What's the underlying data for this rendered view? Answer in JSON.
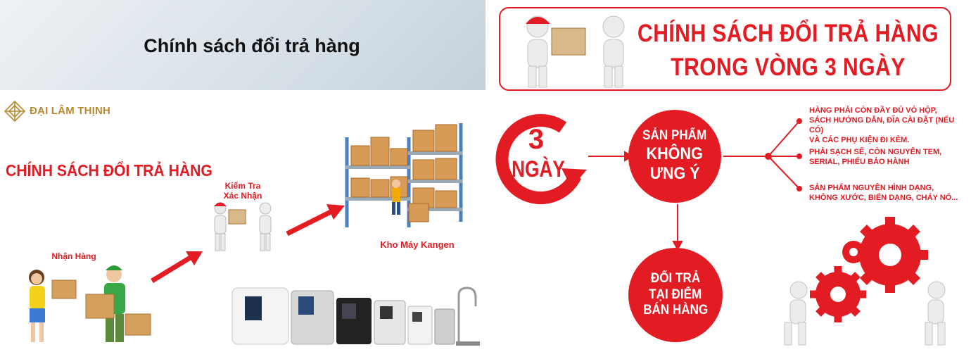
{
  "header": {
    "title": "Chính sách đổi trả hàng"
  },
  "left_panel": {
    "logo_text": "ĐẠI LÂM THỊNH",
    "title": "CHÍNH SÁCH ĐỔI TRẢ HÀNG",
    "step_receive": "Nhận Hàng",
    "step_check_line1": "Kiểm Tra",
    "step_check_line2": "Xác Nhận",
    "step_warehouse": "Kho Máy Kangen"
  },
  "right_panel": {
    "banner_line1": "CHÍNH SÁCH ĐỔI TRẢ HÀNG",
    "banner_line2": "TRONG VÒNG 3 NGÀY",
    "days_number": "3",
    "days_word": "NGÀY",
    "product_line1": "SẢN PHẨM",
    "product_line2": "KHÔNG",
    "product_line3": "ƯNG Ý",
    "return_line1": "ĐỔI TRẢ",
    "return_line2": "TẠI ĐIỂM",
    "return_line3": "BÁN HÀNG",
    "conditions": [
      {
        "line1": "Hàng phải còn đầy đủ vỏ hộp,",
        "line2": "sách hướng dẫn, đĩa cài đặt (nếu có)",
        "line3": "và các phụ kiện đi kèm."
      },
      {
        "line1": "Phải sạch sẽ, còn nguyên tem,",
        "line2": "serial, phiếu bảo hành",
        "line3": ""
      },
      {
        "line1": "Sản phẩm nguyên hình dạng,",
        "line2": "không xước, biến dạng, cháy nổ...",
        "line3": ""
      }
    ]
  },
  "colors": {
    "brand_red": "#e31b23",
    "logo_gold": "#b98a30",
    "header_bg": "#d3dde5"
  }
}
